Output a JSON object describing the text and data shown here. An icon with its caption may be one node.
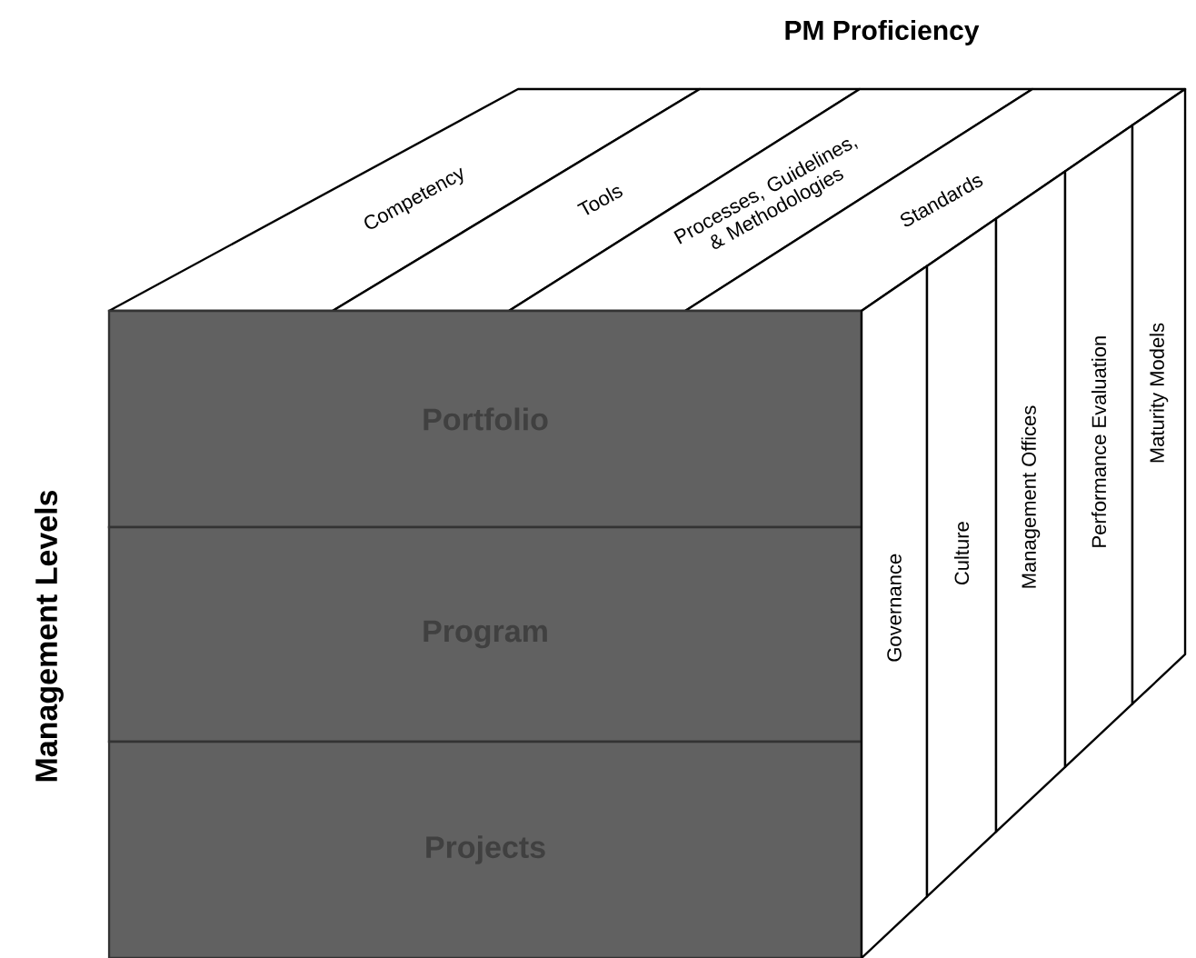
{
  "diagram": {
    "nodes": [
      {
        "text": [
          "Competency"
        ]
      },
      {
        "text": [
          "Tools"
        ]
      },
      {
        "text": [
          "Processes, Guidelines, & Methodologies"
        ]
      },
      {
        "text": [
          "Standards"
        ]
      },
      {
        "text": [
          "Portfolio"
        ]
      },
      {
        "text": [
          "Program"
        ]
      },
      {
        "text": [
          "Projects"
        ]
      },
      {
        "text": [
          "Governance"
        ]
      },
      {
        "text": [
          "Culture"
        ]
      },
      {
        "text": [
          "Management Offices"
        ]
      },
      {
        "text": [
          "Performance Evaluation"
        ]
      },
      {
        "text": [
          "Maturity Models"
        ]
      }
    ],
    "labels": [
      "PM Proficiency",
      "Management Levels"
    ]
  }
}
